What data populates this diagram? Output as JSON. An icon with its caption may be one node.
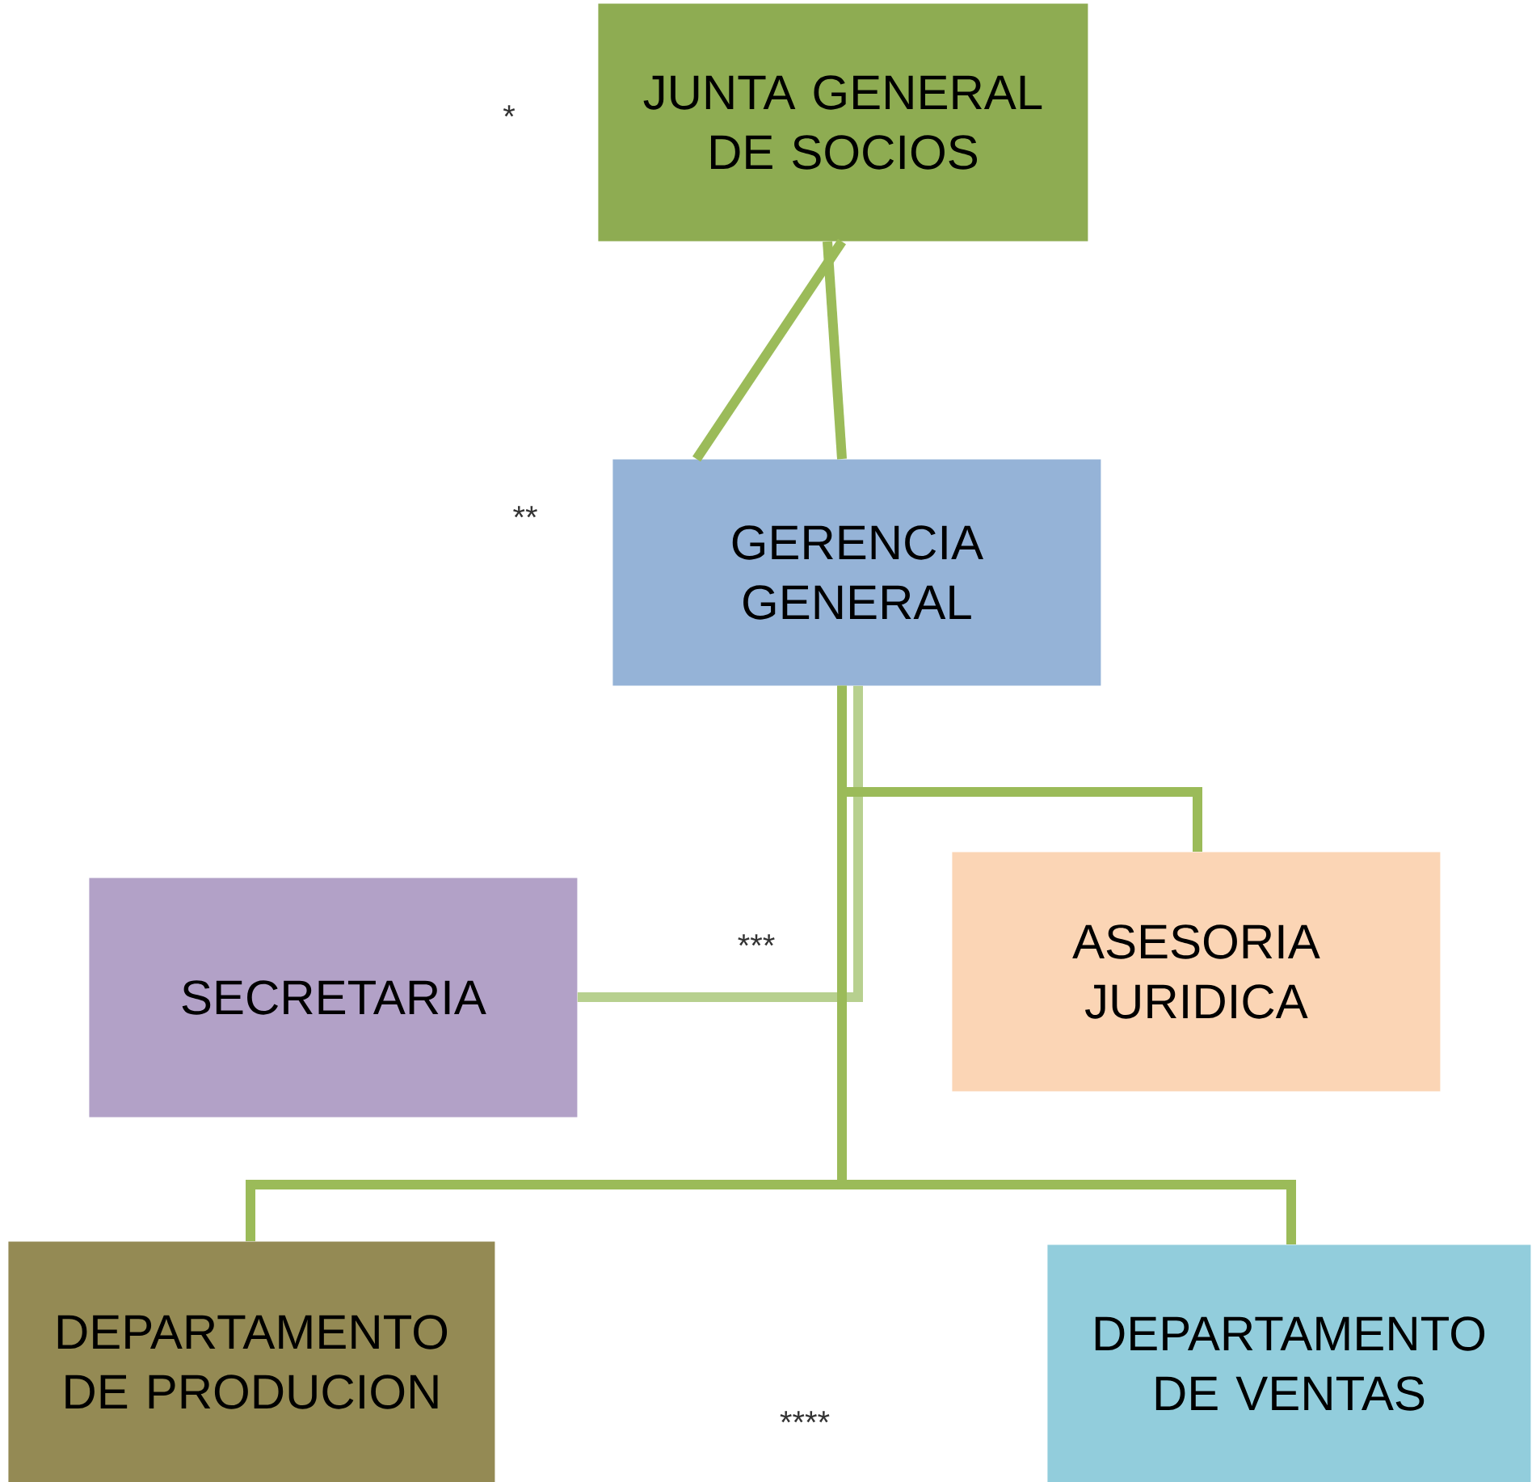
{
  "diagram": {
    "nodes": [
      {
        "text": [
          "JUNTA GENERAL DE SOCIOS"
        ]
      },
      {
        "text": [
          "GERENCIA GENERAL"
        ]
      },
      {
        "text": [
          "SECRETARIA"
        ]
      },
      {
        "text": [
          "ASESORIA JURIDICA"
        ]
      },
      {
        "text": [
          "DEPARTAMENTO DE PRODUCION"
        ]
      },
      {
        "text": [
          "DEPARTAMENTO DE VENTAS"
        ]
      }
    ],
    "edges": [
      {
        "from": 0,
        "to": 1,
        "arrow": "none"
      },
      {
        "from": 0,
        "to": 1,
        "arrow": "none"
      },
      {
        "from": 1,
        "to": 2,
        "arrow": "none",
        "color": "#b7d08f"
      },
      {
        "from": 1,
        "to": 3,
        "arrow": "none"
      },
      {
        "from": 1,
        "to": 4,
        "arrow": "none"
      },
      {
        "from": 1,
        "to": 5,
        "arrow": "none"
      }
    ],
    "labels": [
      "*",
      "**",
      "***",
      "****"
    ]
  }
}
